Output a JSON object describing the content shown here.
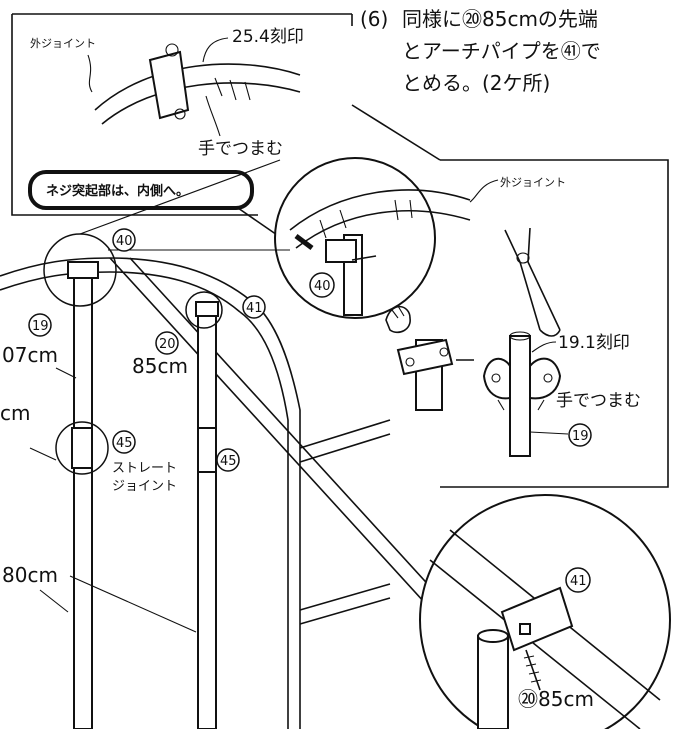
{
  "step": {
    "number": "(6)",
    "lines": [
      "同様に⑳85cmの先端",
      "とアーチパイプを㊶で",
      "とめる。(2ケ所)"
    ]
  },
  "callout_top": {
    "outer_joint": "外ジョイント",
    "mark_254": "25.4刻印",
    "pinch": "手でつまむ"
  },
  "warning": "ネジ突起部は、内側へ。",
  "detail_right": {
    "outer_joint": "外ジョイント",
    "part_40": "40",
    "mark_191": "19.1刻印",
    "pinch": "手でつまむ",
    "part_19": "19"
  },
  "main": {
    "part_40": "40",
    "part_41": "41",
    "part_19": "19",
    "len_107": "07cm",
    "part_20": "20",
    "len_85": "85cm",
    "cm_left": "cm",
    "part_45a": "45",
    "part_45b": "45",
    "straight_joint_1": "ストレート",
    "straight_joint_2": "ジョイント",
    "len_180": "80cm"
  },
  "detail_bottom": {
    "part_41": "41",
    "part_20_len": "⑳85cm"
  }
}
